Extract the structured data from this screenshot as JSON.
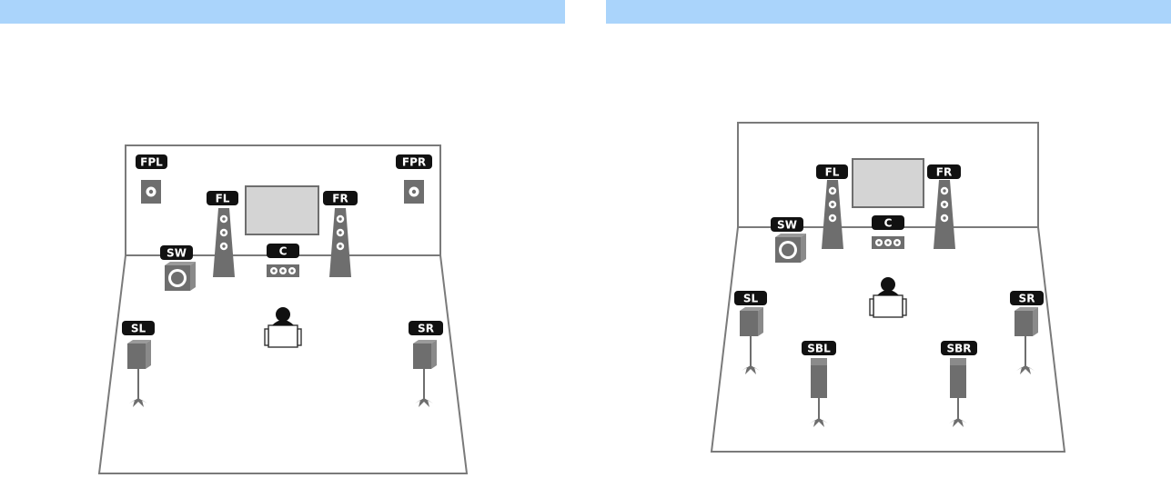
{
  "colors": {
    "header_bar": "#aad4fb",
    "room_outline": "#7a7a7a",
    "speaker_fill": "#6e6e6e",
    "label_fill": "#111111",
    "label_text": "#ffffff",
    "tv_fill": "#d4d4d4"
  },
  "left_diagram": {
    "labels": {
      "fpl": "FPL",
      "fpr": "FPR",
      "fl": "FL",
      "fr": "FR",
      "sw": "SW",
      "c": "C",
      "sl": "SL",
      "sr": "SR"
    }
  },
  "right_diagram": {
    "labels": {
      "fl": "FL",
      "fr": "FR",
      "sw": "SW",
      "c": "C",
      "sl": "SL",
      "sr": "SR",
      "sbl": "SBL",
      "sbr": "SBR"
    }
  }
}
